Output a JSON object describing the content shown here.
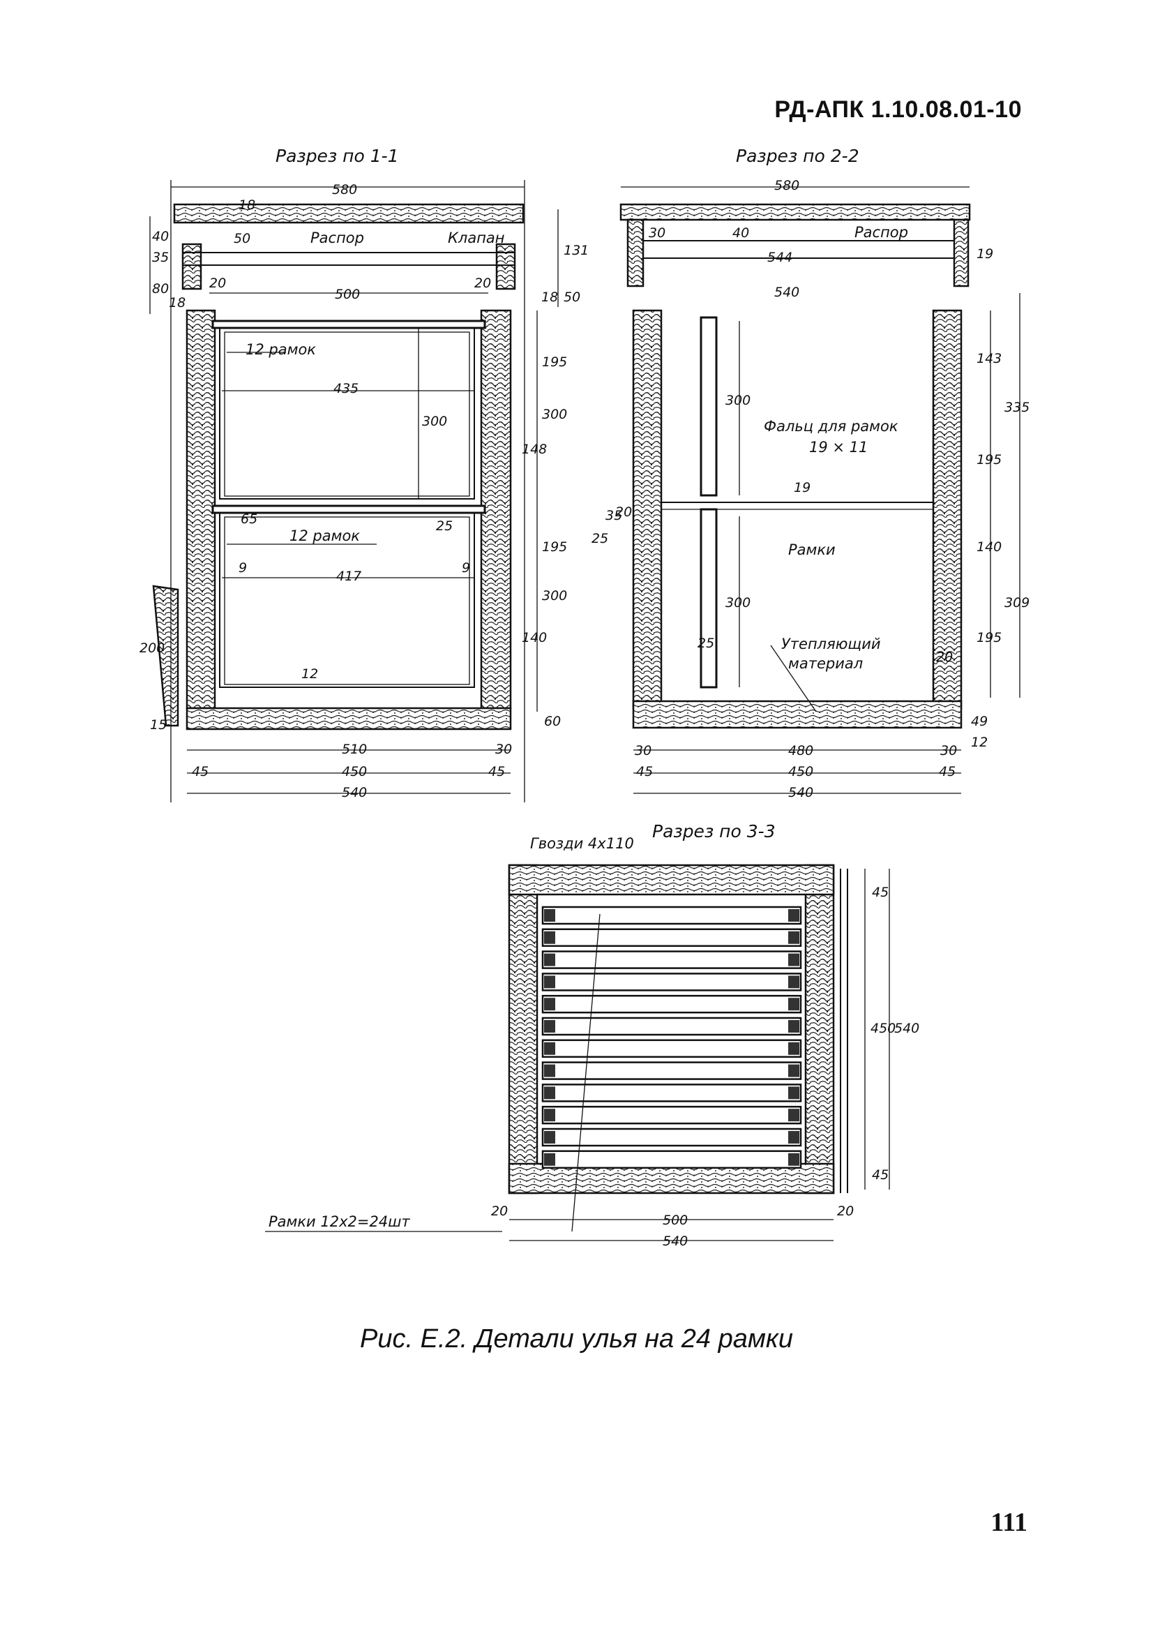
{
  "header": {
    "doc_code": "РД-АПК 1.10.08.01-10"
  },
  "section_1": {
    "title": "Разрез по 1-1",
    "labels": {
      "spacer": "Распор",
      "valve": "Клапан",
      "frames_upper": "12 рамок",
      "frames_lower": "12 рамок"
    },
    "dims": [
      "580",
      "18",
      "50",
      "40",
      "35",
      "80",
      "18",
      "20",
      "500",
      "20",
      "131",
      "18",
      "50",
      "435",
      "300",
      "195",
      "300",
      "148",
      "25",
      "65",
      "195",
      "9",
      "417",
      "9",
      "300",
      "140",
      "200",
      "12",
      "15",
      "60",
      "510",
      "30",
      "45",
      "450",
      "45",
      "540"
    ]
  },
  "section_2": {
    "title": "Разрез по 2-2",
    "labels": {
      "spacer": "Распор",
      "rebate": "Фальц для рамок",
      "rebate_size": "19 × 11",
      "frames": "Рамки",
      "insulation": "Утепляющий",
      "insulation2": "материал"
    },
    "dims": [
      "580",
      "30",
      "40",
      "544",
      "540",
      "19",
      "300",
      "19",
      "20",
      "25",
      "35",
      "300",
      "25",
      "143",
      "335",
      "195",
      "140",
      "309",
      "195",
      "20",
      "49",
      "12",
      "30",
      "480",
      "30",
      "45",
      "450",
      "45",
      "540"
    ]
  },
  "section_3": {
    "title": "Разрез по 3-3",
    "labels": {
      "nails": "Гвозди 4х110",
      "frames_count": "Рамки 12х2=24шт"
    },
    "dims": [
      "45",
      "450",
      "540",
      "45",
      "20",
      "500",
      "20",
      "540"
    ]
  },
  "caption": "Рис. Е.2. Детали улья на 24 рамки",
  "page_number": "111"
}
